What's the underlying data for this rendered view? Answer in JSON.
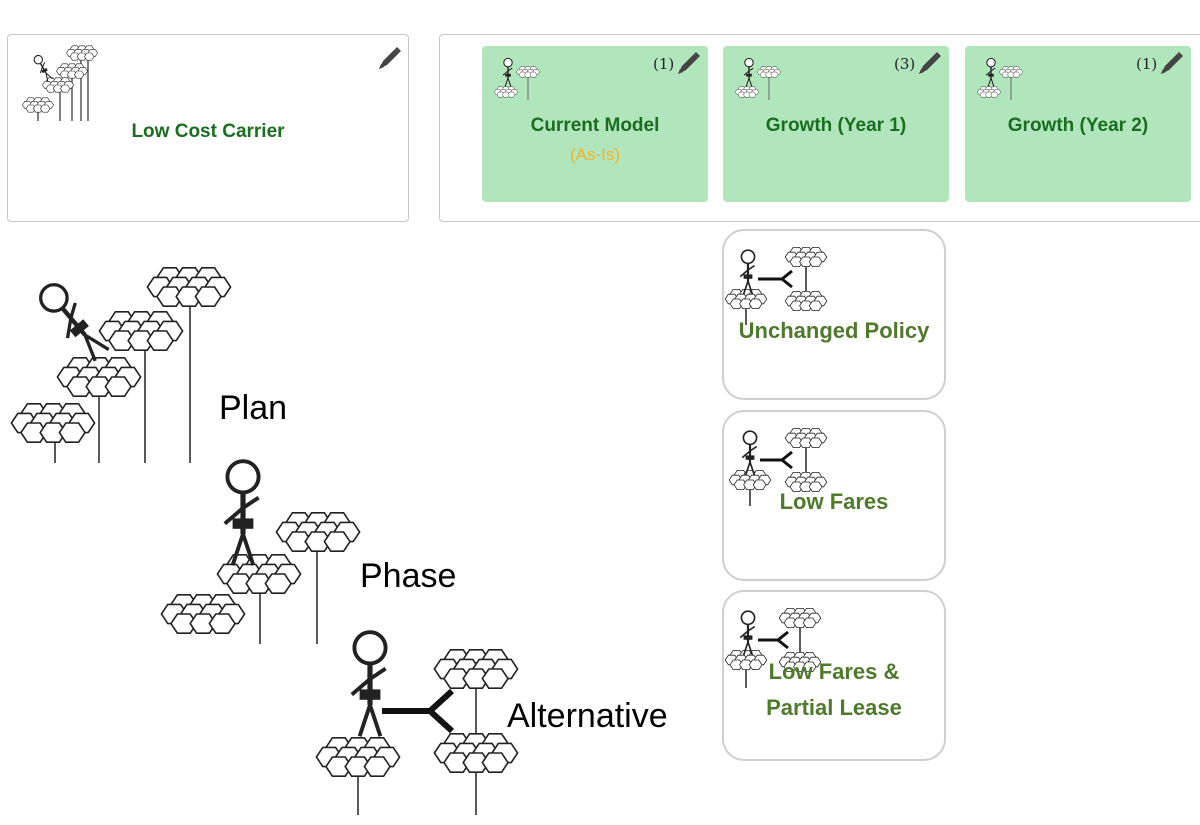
{
  "plan": {
    "title": "Low Cost Carrier",
    "icon": "plan-bee-icon",
    "edit_icon": "pencil-icon"
  },
  "phases": [
    {
      "title": "Current Model",
      "subtitle": "(As-Is)",
      "count": "(1)"
    },
    {
      "title": "Growth (Year 1)",
      "subtitle": "",
      "count": "(3)"
    },
    {
      "title": "Growth (Year 2)",
      "subtitle": "",
      "count": "(1)"
    }
  ],
  "alternatives": [
    {
      "title": "Unchanged Policy"
    },
    {
      "title": "Low Fares"
    },
    {
      "title": "Low Fares &\nPartial Lease"
    }
  ],
  "legend": {
    "plan_label": "Plan",
    "phase_label": "Phase",
    "alternative_label": "Alternative"
  },
  "colors": {
    "title_green": "#1b6e21",
    "alt_green": "#4f7a2b",
    "phase_bg": "#b1e6bd",
    "subtitle_orange": "#f5b127"
  }
}
